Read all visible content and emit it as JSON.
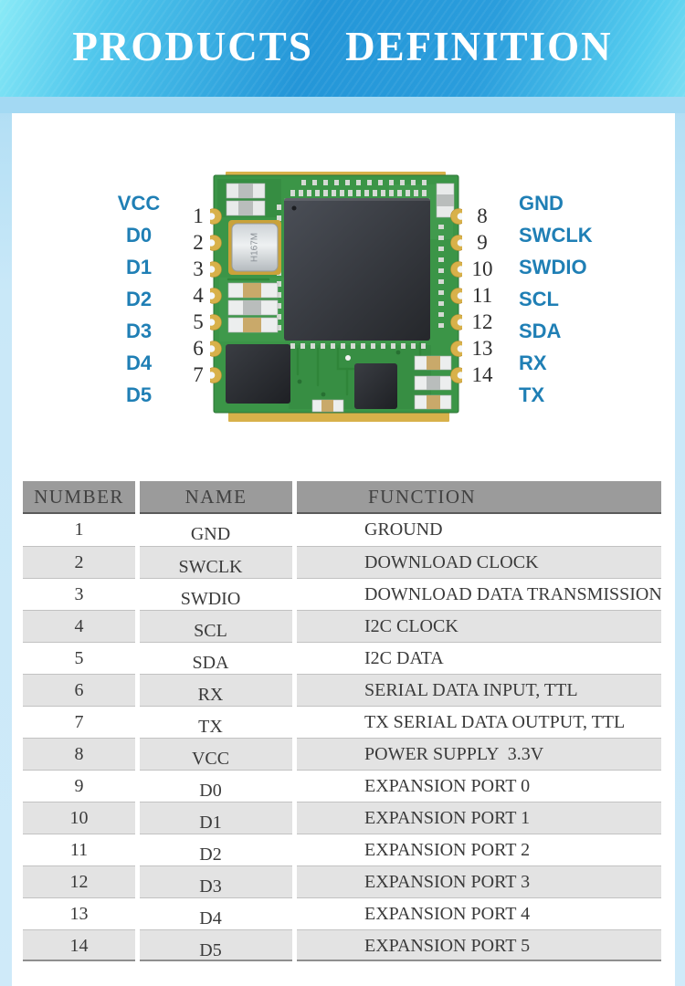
{
  "banner": {
    "title": "PRODUCTS DEFINITION"
  },
  "pinout": {
    "left_labels": [
      "VCC",
      "D0",
      "D1",
      "D2",
      "D3",
      "D4",
      "D5"
    ],
    "left_pin_numbers": [
      "1",
      "2",
      "3",
      "4",
      "5",
      "6",
      "7"
    ],
    "right_pin_numbers": [
      "8",
      "9",
      "10",
      "11",
      "12",
      "13",
      "14"
    ],
    "right_labels": [
      "GND",
      "SWCLK",
      "SWDIO",
      "SCL",
      "SDA",
      "RX",
      "TX"
    ],
    "crystal_marking": "H167M",
    "label_color": "#1f7fb5"
  },
  "pin_table": {
    "headers": {
      "number": "NUMBER",
      "name": "NAME",
      "function": "FUNCTION"
    },
    "rows": [
      {
        "number": "1",
        "name": "GND",
        "function": "GROUND"
      },
      {
        "number": "2",
        "name": "SWCLK",
        "function": "DOWNLOAD CLOCK"
      },
      {
        "number": "3",
        "name": "SWDIO",
        "function": "DOWNLOAD DATA TRANSMISSION"
      },
      {
        "number": "4",
        "name": "SCL",
        "function": "I2C CLOCK"
      },
      {
        "number": "5",
        "name": "SDA",
        "function": "I2C DATA"
      },
      {
        "number": "6",
        "name": "RX",
        "function": "SERIAL DATA INPUT, TTL"
      },
      {
        "number": "7",
        "name": "TX",
        "function": "TX SERIAL DATA OUTPUT, TTL"
      },
      {
        "number": "8",
        "name": "VCC",
        "function": "POWER SUPPLY  3.3V"
      },
      {
        "number": "9",
        "name": "D0",
        "function": "EXPANSION PORT 0"
      },
      {
        "number": "10",
        "name": "D1",
        "function": "EXPANSION PORT 1"
      },
      {
        "number": "11",
        "name": "D2",
        "function": "EXPANSION PORT 2"
      },
      {
        "number": "12",
        "name": "D3",
        "function": "EXPANSION PORT 3"
      },
      {
        "number": "13",
        "name": "D4",
        "function": "EXPANSION PORT 4"
      },
      {
        "number": "14",
        "name": "D5",
        "function": "EXPANSION PORT 5"
      }
    ]
  },
  "colors": {
    "banner_blue": "#2496d8",
    "banner_cyan": "#86e8f6",
    "frame_light_blue": "#a3d9f3",
    "pin_label_blue": "#1f7fb5",
    "table_header_bg": "#9b9b9b",
    "table_alt_row_bg": "#e3e3e3",
    "pcb_green": "#3b9547",
    "pcb_gold": "#d8b14a",
    "chip_dark": "#26282c"
  }
}
